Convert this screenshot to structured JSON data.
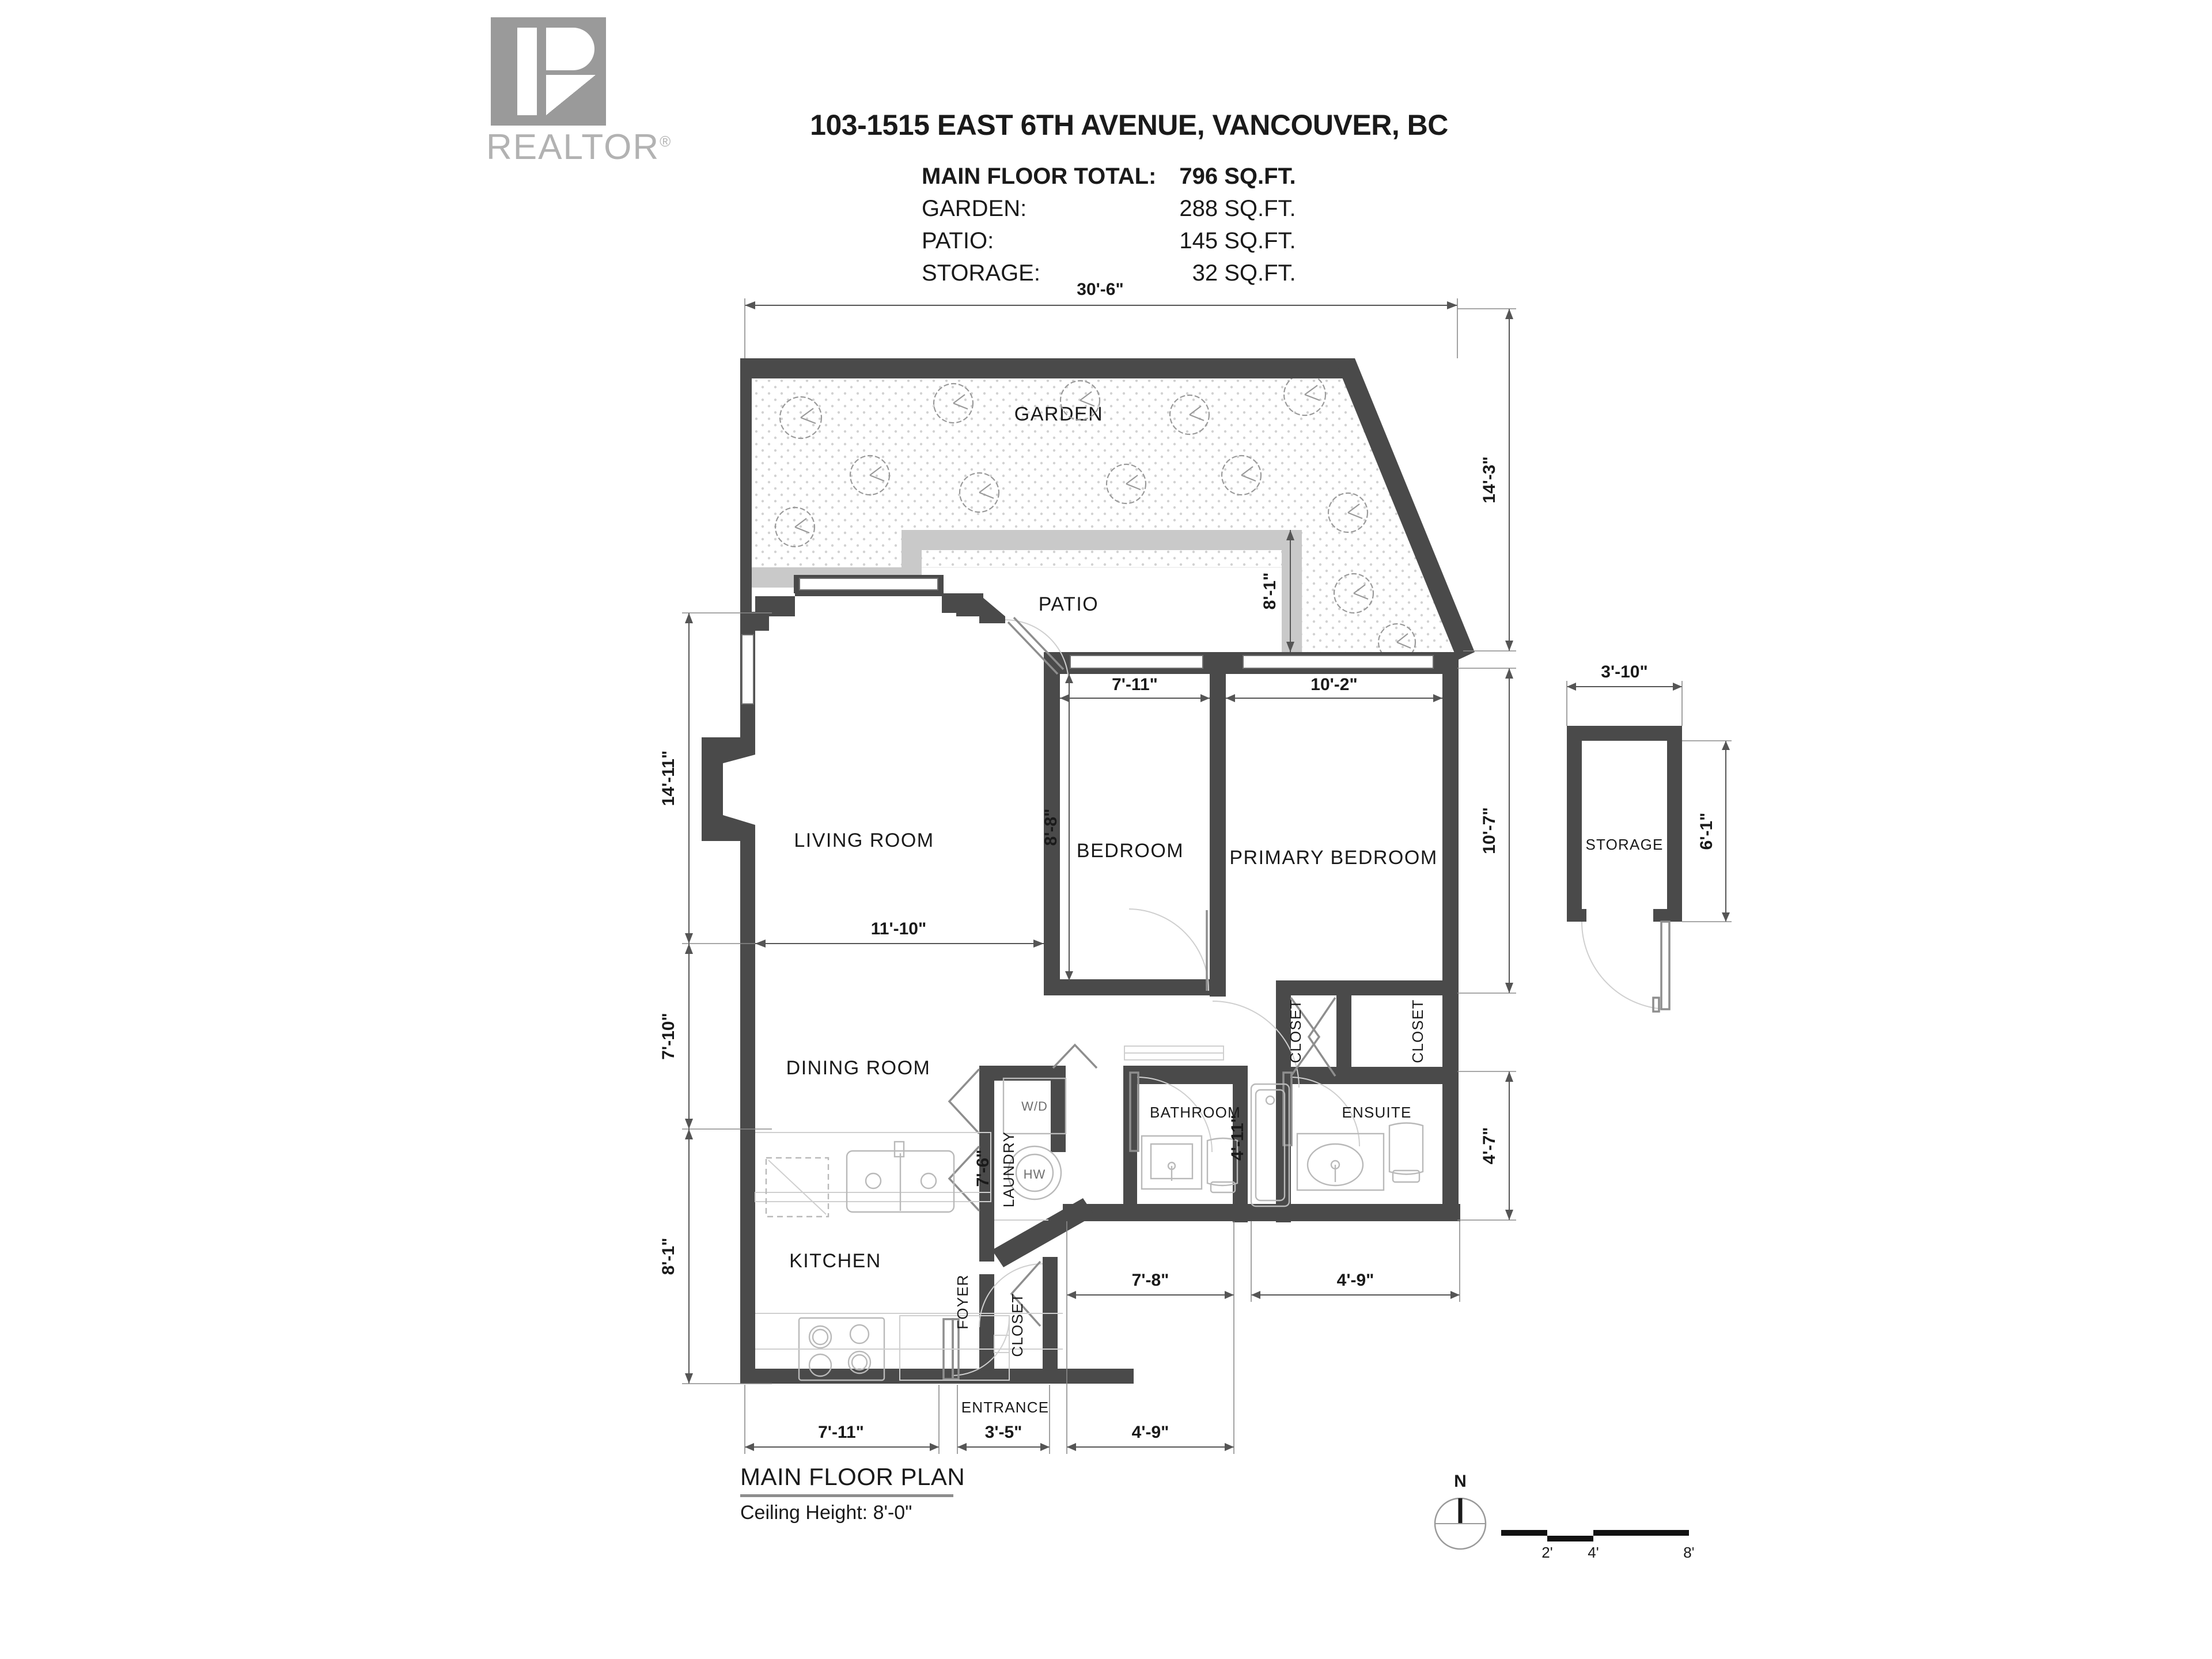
{
  "brand": {
    "logo_text": "REALTOR",
    "logo_reg": "®",
    "logo_icon": "realtor-r-mark"
  },
  "header": {
    "title": "103-1515 EAST 6TH AVENUE, VANCOUVER, BC",
    "areas": [
      {
        "label": "MAIN FLOOR TOTAL:",
        "value": "796 SQ.FT.",
        "emphasis": true
      },
      {
        "label": "GARDEN:",
        "value": "288 SQ.FT.",
        "emphasis": false
      },
      {
        "label": "PATIO:",
        "value": "145 SQ.FT.",
        "emphasis": false
      },
      {
        "label": "STORAGE:",
        "value": "32 SQ.FT.",
        "emphasis": false
      }
    ]
  },
  "plan": {
    "rooms": {
      "garden": "GARDEN",
      "patio": "PATIO",
      "living": "LIVING ROOM",
      "dining": "DINING ROOM",
      "kitchen": "KITCHEN",
      "bedroom": "BEDROOM",
      "primary": "PRIMARY BEDROOM",
      "bathroom": "BATHROOM",
      "ensuite": "ENSUITE",
      "laundry": "LAUNDRY",
      "foyer": "FOYER",
      "entrance": "ENTRANCE",
      "storage": "STORAGE",
      "closet_primary_left": "CLOSET",
      "closet_primary_right": "CLOSET",
      "closet_foyer": "CLOSET"
    },
    "fixtures": {
      "washer_dryer": "W/D",
      "hot_water_tank": "HW"
    },
    "dimensions": {
      "overall_top": "30'-6\"",
      "right_garden": "14'-3\"",
      "right_bedrooms": "10'-7\"",
      "right_ensuite": "4'-7\"",
      "patio_depth": "8'-1\"",
      "left_living": "14'-11\"",
      "left_dining": "7'-10\"",
      "left_kitchen": "8'-1\"",
      "living_width": "11'-10\"",
      "bedroom_width": "7'-11\"",
      "bedroom_depth": "8'-8\"",
      "primary_width": "10'-2\"",
      "laundry_depth": "7'-6\"",
      "bathroom_depth": "4'-11\"",
      "bathroom_width": "7'-8\"",
      "ensuite_width": "4'-9\"",
      "kitchen_width": "7'-11\"",
      "entrance_width": "3'-5\"",
      "foyer_closet_width": "4'-9\"",
      "storage_width": "3'-10\"",
      "storage_depth": "6'-1\""
    }
  },
  "footer": {
    "plan_label": "MAIN FLOOR PLAN",
    "ceiling_note": "Ceiling Height: 8'-0\"",
    "north_label": "N",
    "scale_ticks": [
      "2'",
      "4'",
      "8'"
    ]
  }
}
